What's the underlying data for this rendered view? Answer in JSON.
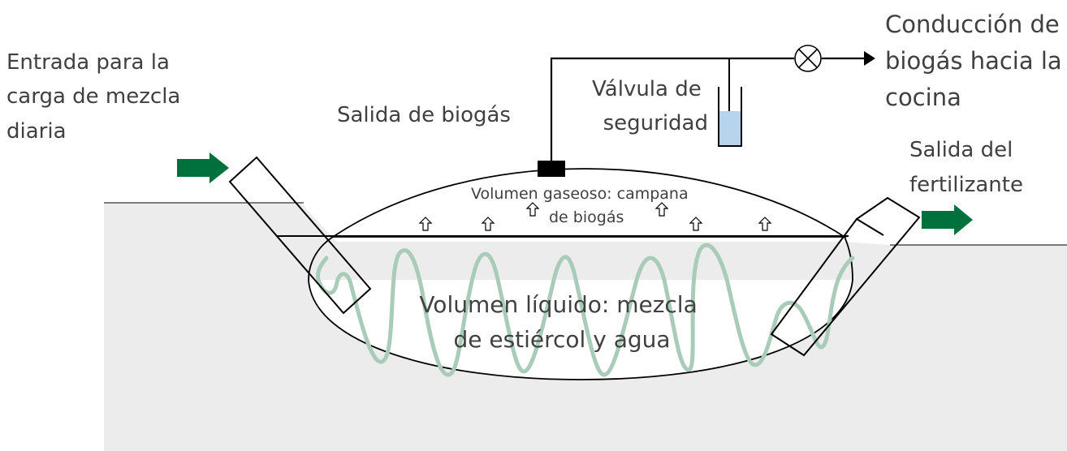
{
  "labels": {
    "inlet": [
      "Entrada para la",
      "carga de mezcla",
      "diaria"
    ],
    "gas_outlet": "Salida de biogás",
    "safety_valve": [
      "Válvula de",
      "seguridad"
    ],
    "conduction": [
      "Conducción de",
      "biogás hacia la",
      "cocina"
    ],
    "fertilizer_outlet": [
      "Salida del",
      "fertilizante"
    ],
    "gas_volume": [
      "Volumen gaseoso: campana",
      "de biogás"
    ],
    "liquid_volume": [
      "Volumen líquido: mezcla",
      "de estiércol y agua"
    ]
  },
  "colors": {
    "arrow_green": "#00703c",
    "wave_green": "#a9cbb9",
    "ground_gray": "#ececec",
    "valve_liquid": "#b8d4ec",
    "line": "#000000",
    "text": "#404040"
  },
  "icons": {
    "bubble_arrow": "up-outline-arrow-icon",
    "valve": "circle-x-valve-icon"
  }
}
